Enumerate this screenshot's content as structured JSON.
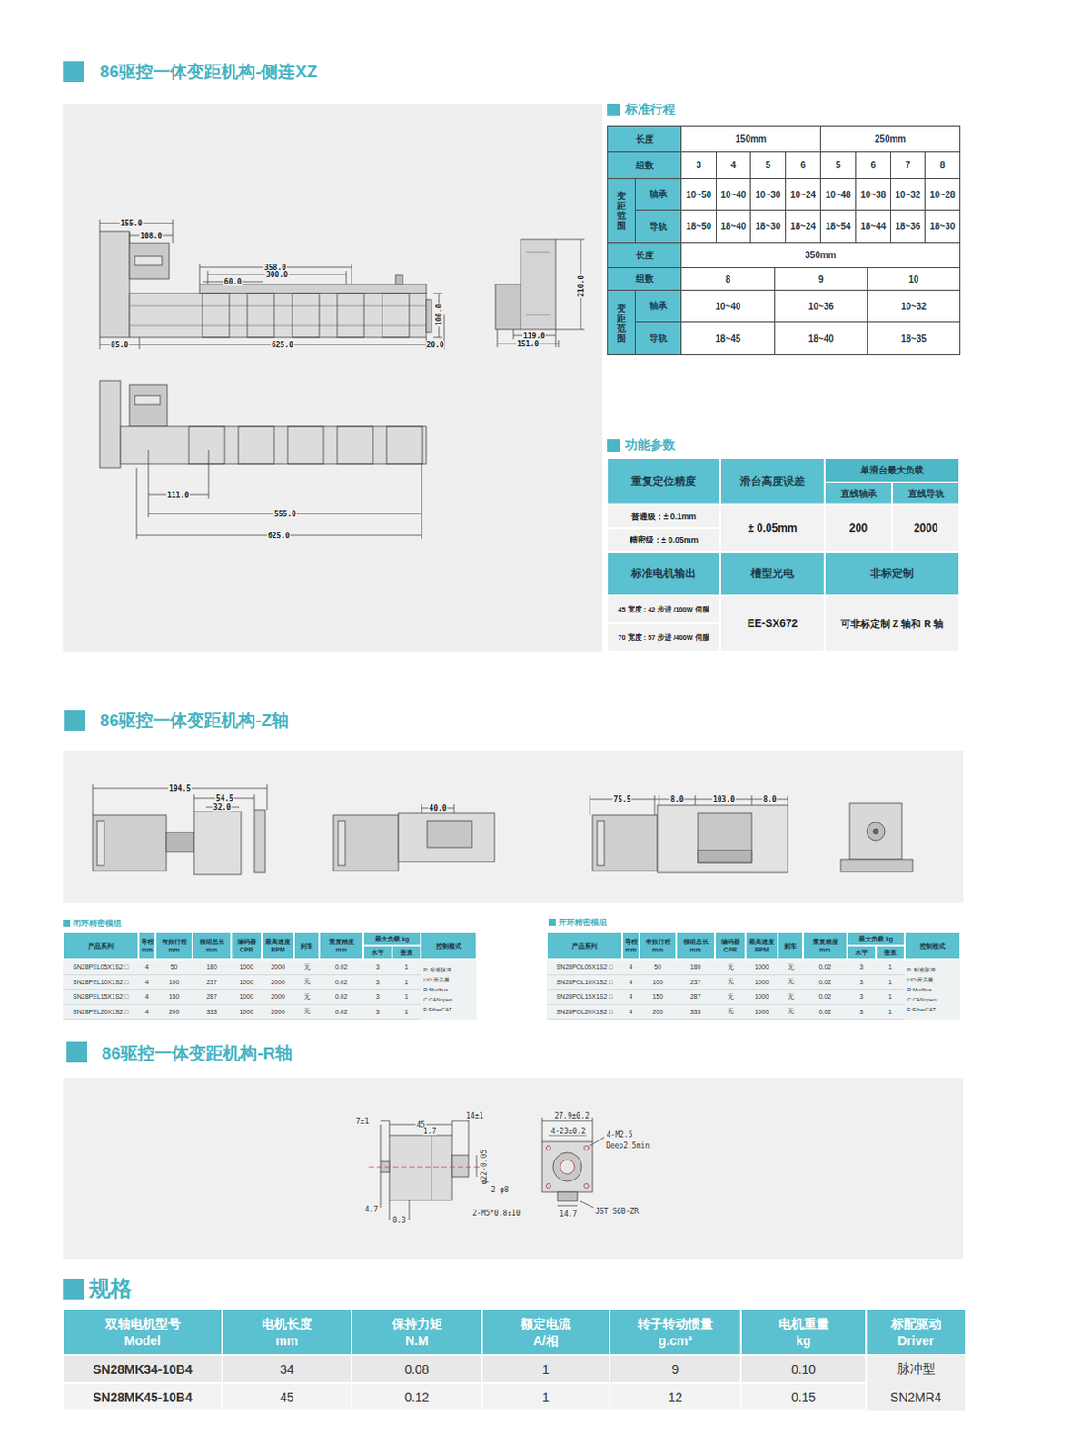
{
  "diagram": {
    "labels": [
      "86驱控一体变距机构-侧连XZ",
      "155.0",
      "108.0",
      "358.0",
      "300.0",
      "60.0",
      "100.0",
      "85.0",
      "625.0",
      "20.0",
      "210.0",
      "119.0",
      "151.0",
      "111.0",
      "555.0",
      "625.0",
      "标准行程",
      "长度",
      "150mm",
      "250mm",
      "组数",
      "3",
      "4",
      "5",
      "6",
      "5",
      "6",
      "7",
      "8",
      "变距范围",
      "轴承",
      "10~50",
      "10~40",
      "10~30",
      "10~24",
      "10~48",
      "10~38",
      "10~32",
      "10~28",
      "导轨",
      "18~50",
      "18~40",
      "18~30",
      "18~24",
      "18~54",
      "18~44",
      "18~36",
      "18~30",
      "长度",
      "350mm",
      "组数",
      "8",
      "9",
      "10",
      "变距范围",
      "轴承",
      "10~40",
      "10~36",
      "10~32",
      "导轨",
      "18~45",
      "18~40",
      "18~35",
      "功能参数",
      "重复定位精度",
      "滑台高度误差",
      "单滑台最大负载",
      "直线轴承",
      "直线导轨",
      "普通级：± 0.1mm",
      "精密级：± 0.05mm",
      "± 0.05mm",
      "200",
      "2000",
      "标准电机输出",
      "槽型光电",
      "非标定制",
      "45 宽度 : 42 步进 /100W 伺服",
      "70 宽度 : 57 步进 /400W 伺服",
      "EE-SX672",
      "可非标定制 Z 轴和 R 轴",
      "86驱控一体变距机构-Z轴",
      "194.5",
      "54.5",
      "32.0",
      "40.0",
      "75.5",
      "8.0",
      "103.0",
      "8.0",
      "闭环精密模组",
      "产品系列",
      "导程",
      "mm",
      "有效行程",
      "mm",
      "模组总长",
      "mm",
      "编码器",
      "CPR",
      "最高速度",
      "RPM",
      "刹车",
      "重复精度",
      "mm",
      "最大负载 kg",
      "水平",
      "垂直",
      "控制模式",
      "SN28PEL05X1S2 □",
      "4",
      "50",
      "180",
      "1000",
      "2000",
      "无",
      "0.02",
      "3",
      "1",
      "SN28PEL10X1S2 □",
      "4",
      "100",
      "237",
      "1000",
      "2000",
      "无",
      "0.02",
      "3",
      "1",
      "SN28PEL15X1S2 □",
      "4",
      "150",
      "287",
      "1000",
      "2000",
      "无",
      "0.02",
      "3",
      "1",
      "SN28PEL20X1S2 □",
      "4",
      "200",
      "333",
      "1000",
      "2000",
      "无",
      "0.02",
      "3",
      "1",
      "P: 标准脉冲",
      "I:IO 开关量",
      "R:Modbus",
      "C:CANopen",
      "E:EtherCAT",
      "开环精密模组",
      "产品系列",
      "导程",
      "mm",
      "有效行程",
      "mm",
      "模组总长",
      "mm",
      "编码器",
      "CPR",
      "最高速度",
      "RPM",
      "刹车",
      "重复精度",
      "mm",
      "最大负载 kg",
      "水平",
      "垂直",
      "控制模式",
      "SN28POL05X1S2 □",
      "4",
      "50",
      "180",
      "无",
      "1000",
      "无",
      "0.02",
      "3",
      "1",
      "SN28POL10X1S2 □",
      "4",
      "100",
      "237",
      "无",
      "1000",
      "无",
      "0.02",
      "3",
      "1",
      "SN28POL15X1S2 □",
      "4",
      "150",
      "287",
      "无",
      "1000",
      "无",
      "0.02",
      "3",
      "1",
      "SN28POL20X1S2 □",
      "4",
      "200",
      "333",
      "无",
      "1000",
      "无",
      "0.02",
      "3",
      "1",
      "P: 标准脉冲",
      "I:IO 开关量",
      "R:Modbus",
      "C:CANopen",
      "E:EtherCAT",
      "86驱控一体变距机构-R轴",
      "7±1",
      "45",
      "14±1",
      "1.7",
      "4.7",
      "8.3",
      "φ22-0.05",
      "2-φ8",
      "2-M5*0.8↧10",
      "27.9±0.2",
      "4-23±0.2",
      "4-M2.5",
      "Deep2.5min",
      "14.7",
      "JST S6B-ZR",
      "规格",
      "双轴电机型号",
      "Model",
      "电机长度",
      "mm",
      "保持力矩",
      "N.M",
      "额定电流",
      "A/相",
      "转子转动惯量",
      "g.cm²",
      "电机重量",
      "kg",
      "标配驱动",
      "Driver",
      "SN28MK34-10B4",
      "34",
      "0.08",
      "1",
      "9",
      "0.10",
      "脉冲型",
      "SN28MK45-10B4",
      "45",
      "0.12",
      "1",
      "12",
      "0.15",
      "SN2MR4"
    ]
  }
}
